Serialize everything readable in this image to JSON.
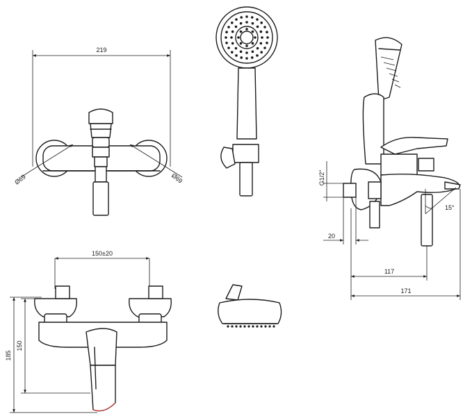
{
  "dimensions": {
    "width_219": "219",
    "dia_left": "Ø69",
    "dia_right": "Ø69",
    "spacing": "150±20",
    "height_185": "185",
    "height_150": "150",
    "thread": "G1/2\"",
    "wall_20": "20",
    "reach_117": "117",
    "reach_171": "171",
    "angle": "15°"
  },
  "colors": {
    "line": "#1a1a1a",
    "accent": "#d44040"
  }
}
